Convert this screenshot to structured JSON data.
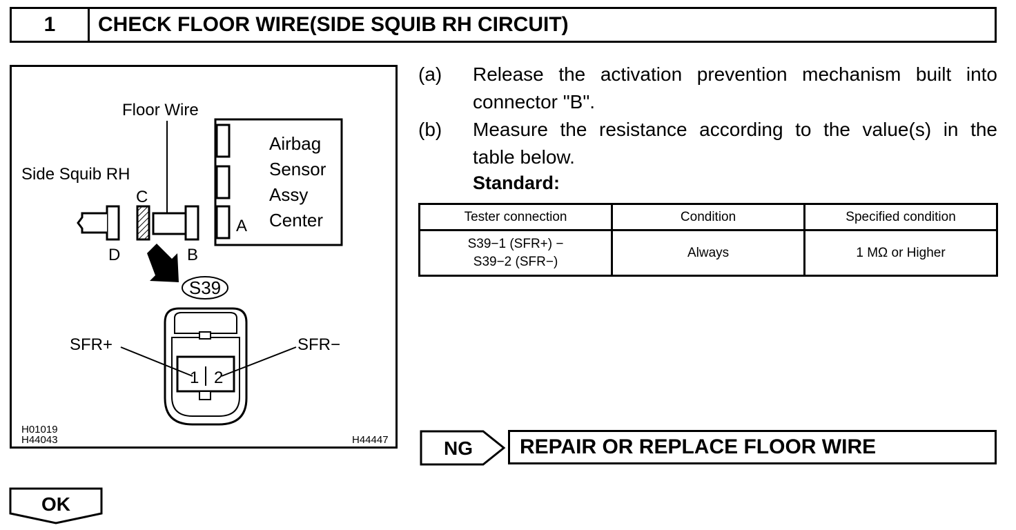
{
  "header": {
    "number": "1",
    "title": "CHECK FLOOR WIRE(SIDE SQUIB RH CIRCUIT)"
  },
  "figure": {
    "labels": {
      "floor_wire": "Floor Wire",
      "side_squib": "Side Squib RH",
      "airbag_lines": [
        "Airbag",
        "Sensor",
        "Assy",
        "Center"
      ],
      "conn_a": "A",
      "conn_b": "B",
      "conn_c": "C",
      "conn_d": "D",
      "connector_id": "S39",
      "sfr_plus": "SFR+",
      "sfr_minus": "SFR−",
      "pin1": "1",
      "pin2": "2",
      "code_left_1": "H01019",
      "code_left_2": "H44043",
      "code_right": "H44447"
    }
  },
  "steps": [
    {
      "letter": "(a)",
      "lines": [
        "Release the activation prevention mechanism built into",
        "connector \"B\"."
      ]
    },
    {
      "letter": "(b)",
      "lines": [
        "Measure the resistance according to the value(s) in the",
        "table below."
      ]
    }
  ],
  "standard_label": "Standard:",
  "table": {
    "headers": [
      "Tester connection",
      "Condition",
      "Specified condition"
    ],
    "rows": [
      {
        "tester_lines": [
          "S39−1 (SFR+) −",
          "S39−2 (SFR−)"
        ],
        "condition": "Always",
        "specified": "1 MΩ or Higher"
      }
    ]
  },
  "ng": {
    "label": "NG",
    "action": "REPAIR OR REPLACE FLOOR WIRE"
  },
  "ok": {
    "label": "OK"
  }
}
